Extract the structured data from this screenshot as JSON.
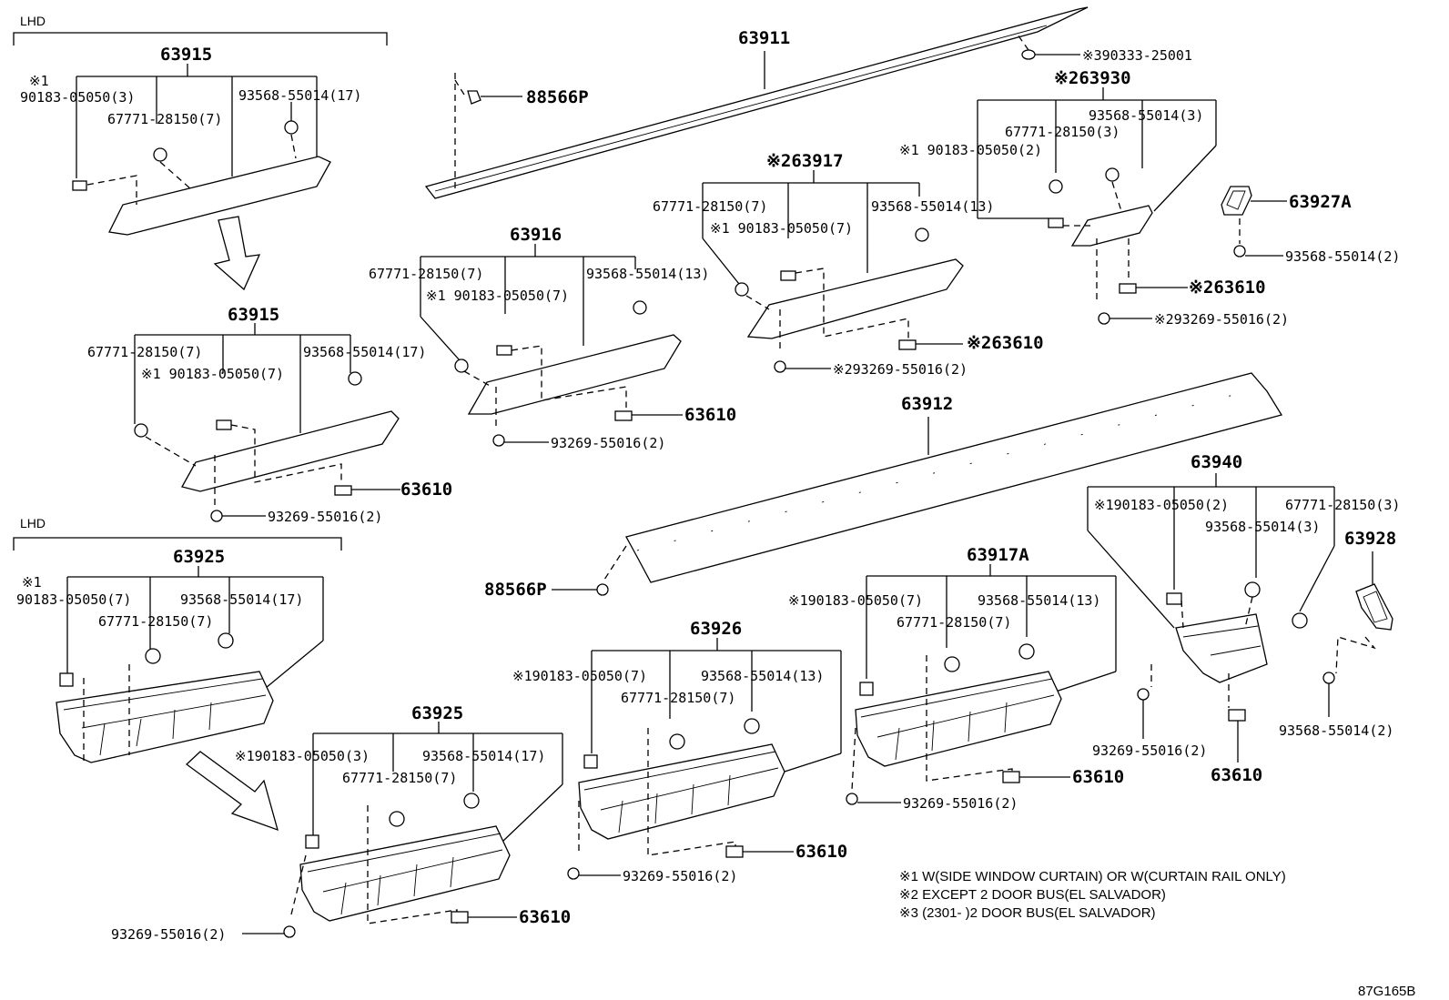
{
  "groups": {
    "lhd_1": "LHD",
    "lhd_2": "LHD"
  },
  "top_left_63915": {
    "title": "63915",
    "mark": "※1",
    "p_90183": "90183-05050(3)",
    "p_67771": "67771-28150(7)",
    "p_93568": "93568-55014(17)"
  },
  "mid_left_63915": {
    "title": "63915",
    "p_67771": "67771-28150(7)",
    "p_90183": "※1 90183-05050(7)",
    "p_93568": "93568-55014(17)",
    "clip": "63610",
    "screw": "93269-55016(2)"
  },
  "top_rail": {
    "p_63911": "63911",
    "p_390333": "※390333-25001",
    "p_88566_a": "88566P"
  },
  "a_63916": {
    "title": "63916",
    "p_67771": "67771-28150(7)",
    "p_90183": "※1 90183-05050(7)",
    "p_93568": "93568-55014(13)",
    "clip": "63610",
    "screw": "93269-55016(2)"
  },
  "a_63917": {
    "title": "※263917",
    "p_67771": "67771-28150(7)",
    "p_90183": "※1 90183-05050(7)",
    "p_93568": "93568-55014(13)",
    "clip": "※263610",
    "screw": "※293269-55016(2)"
  },
  "a_63930": {
    "title": "※263930",
    "p_90183": "※1 90183-05050(2)",
    "p_67771": "67771-28150(3)",
    "p_93568": "93568-55014(3)",
    "clip": "※263610",
    "screw": "※293269-55016(2)"
  },
  "a_63927A": {
    "title": "63927A",
    "screw": "93568-55014(2)"
  },
  "a_63912": {
    "title": "63912",
    "p_88566": "88566P"
  },
  "lower_63925": {
    "title": "63925",
    "mark": "※1",
    "p_90183": "90183-05050(7)",
    "p_67771": "67771-28150(7)",
    "p_93568": "93568-55014(17)"
  },
  "lower_63925_b": {
    "title": "63925",
    "p_90183": "※190183-05050(3)",
    "p_67771": "67771-28150(7)",
    "p_93568": "93568-55014(17)",
    "clip": "63610",
    "screw": "93269-55016(2)"
  },
  "a_63926": {
    "title": "63926",
    "p_90183": "※190183-05050(7)",
    "p_67771": "67771-28150(7)",
    "p_93568": "93568-55014(13)",
    "clip": "63610",
    "screw": "93269-55016(2)"
  },
  "a_63917A": {
    "title": "63917A",
    "p_90183": "※190183-05050(7)",
    "p_67771": "67771-28150(7)",
    "p_93568": "93568-55014(13)",
    "clip": "63610",
    "screw": "93269-55016(2)"
  },
  "a_63940": {
    "title": "63940",
    "p_90183": "※190183-05050(2)",
    "p_67771": "67771-28150(3)",
    "p_93568": "93568-55014(3)",
    "clip": "63610",
    "screw": "93269-55016(2)"
  },
  "a_63928": {
    "title": "63928",
    "screw": "93568-55014(2)"
  },
  "notes": {
    "n1": "※1 W(SIDE WINDOW CURTAIN) OR W(CURTAIN RAIL ONLY)",
    "n2": "※2 EXCEPT 2 DOOR BUS(EL SALVADOR)",
    "n3": "※3 (2301-        )2 DOOR BUS(EL SALVADOR)"
  },
  "figure_code": "87G165B"
}
